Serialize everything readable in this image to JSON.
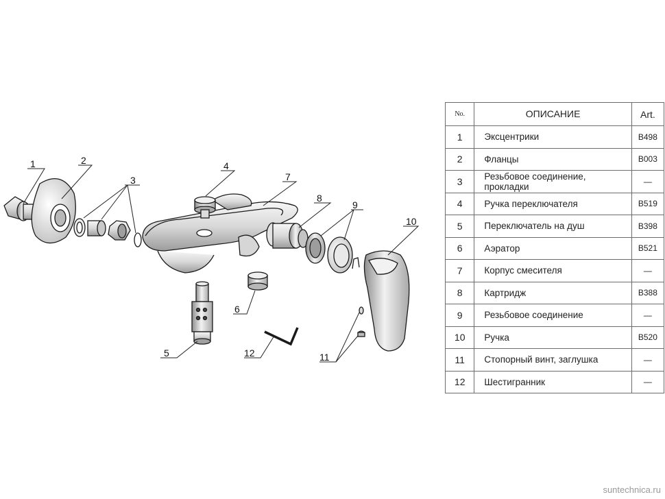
{
  "callouts": [
    "1",
    "2",
    "3",
    "4",
    "5",
    "6",
    "7",
    "8",
    "9",
    "10",
    "11",
    "12"
  ],
  "table": {
    "headers": {
      "no": "No.",
      "desc": "ОПИСАНИЕ",
      "art": "Art."
    },
    "rows": [
      {
        "no": "1",
        "desc": "Эксцентрики",
        "art": "B498"
      },
      {
        "no": "2",
        "desc": "Фланцы",
        "art": "B003"
      },
      {
        "no": "3",
        "desc": "Резьбовое соединение, прокладки",
        "art": "—"
      },
      {
        "no": "4",
        "desc": "Ручка переключателя",
        "art": "B519"
      },
      {
        "no": "5",
        "desc": "Переключатель на душ",
        "art": "B398"
      },
      {
        "no": "6",
        "desc": "Аэратор",
        "art": "B521"
      },
      {
        "no": "7",
        "desc": "Корпус смесителя",
        "art": "—"
      },
      {
        "no": "8",
        "desc": "Картридж",
        "art": "B388"
      },
      {
        "no": "9",
        "desc": "Резьбовое соединение",
        "art": "—"
      },
      {
        "no": "10",
        "desc": "Ручка",
        "art": "B520"
      },
      {
        "no": "11",
        "desc": "Стопорный винт, заглушка",
        "art": "—"
      },
      {
        "no": "12",
        "desc": "Шестигранник",
        "art": "—"
      }
    ]
  },
  "watermark": "suntechnica.ru"
}
